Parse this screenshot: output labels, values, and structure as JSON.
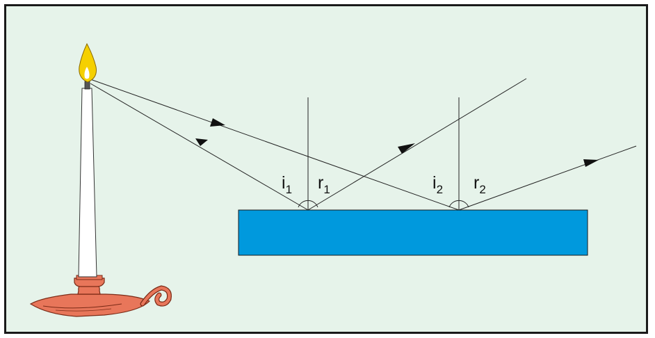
{
  "labels": {
    "i1": {
      "main": "i",
      "sub": "1"
    },
    "r1": {
      "main": "r",
      "sub": "1"
    },
    "i2": {
      "main": "i",
      "sub": "2"
    },
    "r2": {
      "main": "r",
      "sub": "2"
    }
  },
  "colors": {
    "background": "#e6f3ea",
    "mirror": "#0099dd",
    "candle_holder": "#e8765a",
    "flame_outer": "#f5d000",
    "flame_inner": "#ffffff",
    "ray": "#222222"
  },
  "icons": [
    "candle-icon",
    "flame-icon",
    "candle-holder-icon",
    "arrowhead-icon"
  ]
}
